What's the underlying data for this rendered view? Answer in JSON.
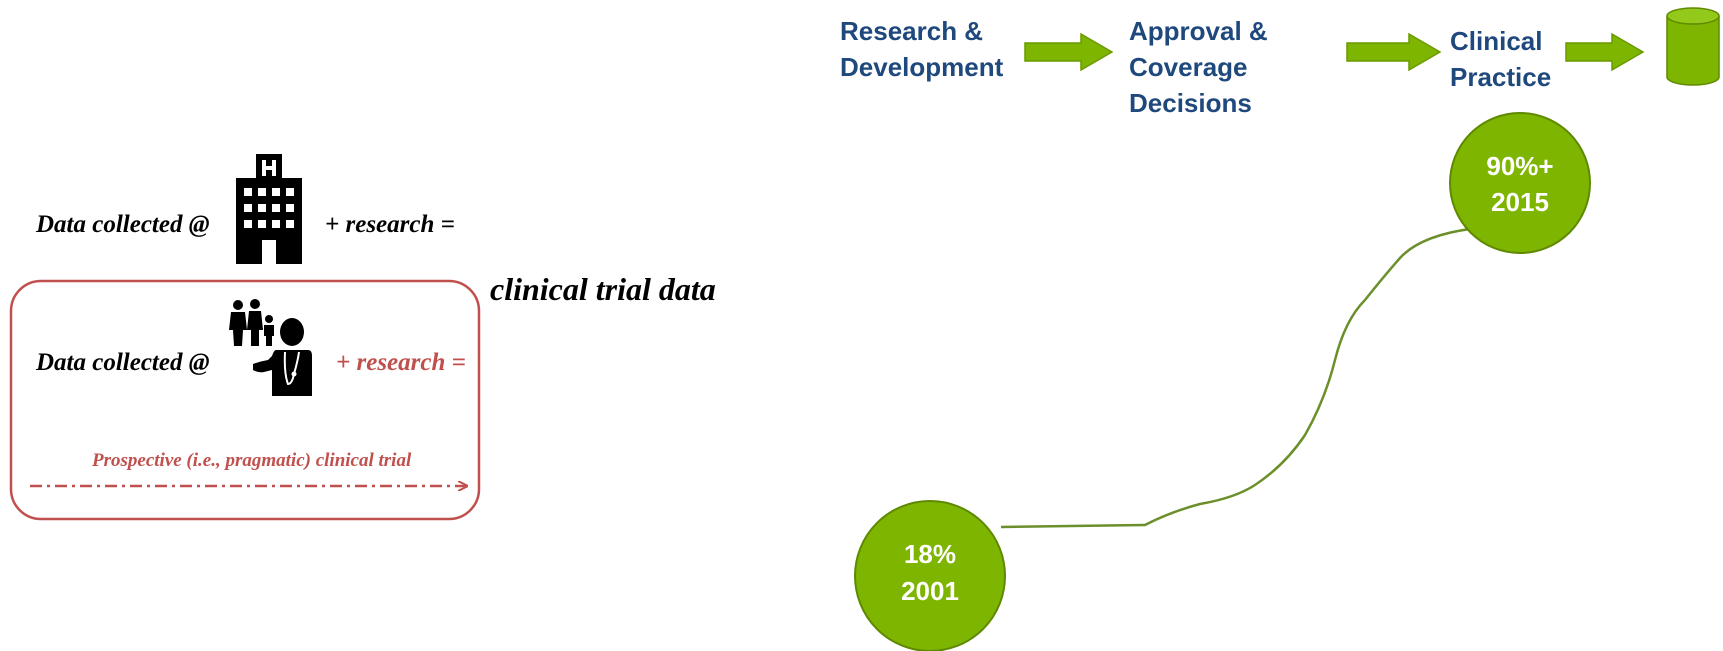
{
  "colors": {
    "accent_red": "#c0504d",
    "flow_blue": "#1f497d",
    "green": "#7db500",
    "green_dark": "#5f8a00",
    "black": "#000000",
    "white": "#ffffff"
  },
  "left_panel": {
    "row1": {
      "label": "Data collected @",
      "icon": "hospital-icon",
      "suffix": "+ research ="
    },
    "result_label": "clinical trial data",
    "row2": {
      "label": "Data collected @",
      "icon": "doctor-with-family-icon",
      "suffix": "+ research ="
    },
    "prospective_label": "Prospective (i.e., pragmatic) clinical trial"
  },
  "right_panel": {
    "stages": [
      {
        "lines": [
          "Research &",
          "Development"
        ]
      },
      {
        "lines": [
          "Approval &",
          "Coverage",
          "Decisions"
        ]
      },
      {
        "lines": [
          "Clinical",
          "Practice"
        ]
      }
    ],
    "end_icon": "database-icon",
    "start_point": {
      "value": "18%",
      "year": "2001"
    },
    "end_point": {
      "value": "90%+",
      "year": "2015"
    }
  }
}
